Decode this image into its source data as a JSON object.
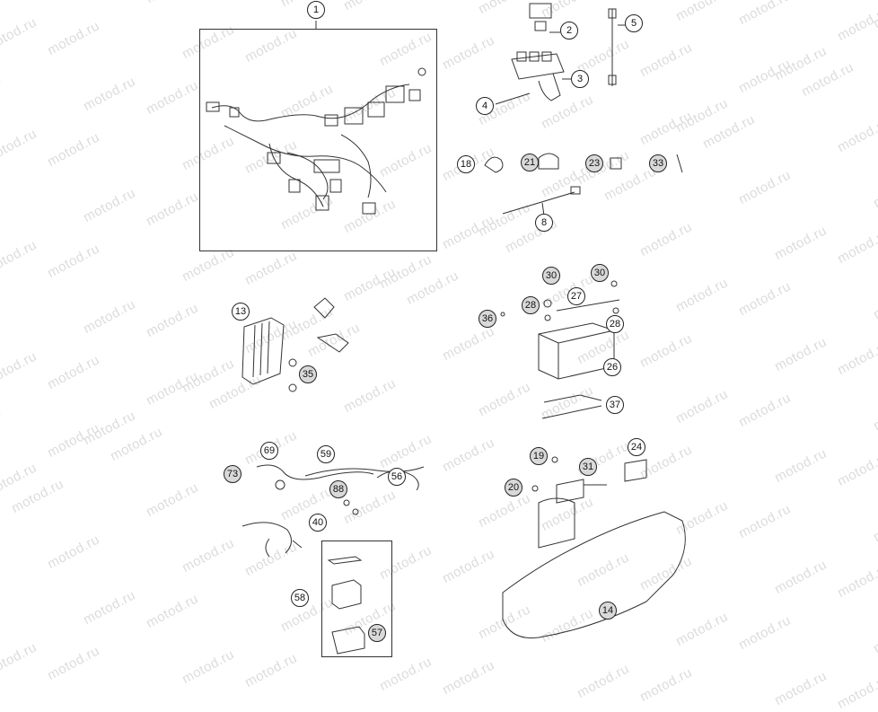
{
  "watermark": "motod.ru",
  "callouts": [
    {
      "label": "1",
      "grey": false
    },
    {
      "label": "2",
      "grey": false
    },
    {
      "label": "5",
      "grey": false
    },
    {
      "label": "3",
      "grey": false
    },
    {
      "label": "4",
      "grey": false
    },
    {
      "label": "18",
      "grey": false
    },
    {
      "label": "21",
      "grey": true
    },
    {
      "label": "23",
      "grey": true
    },
    {
      "label": "33",
      "grey": true
    },
    {
      "label": "8",
      "grey": false
    },
    {
      "label": "30",
      "grey": true
    },
    {
      "label": "30",
      "grey": true
    },
    {
      "label": "27",
      "grey": false
    },
    {
      "label": "28",
      "grey": true
    },
    {
      "label": "28",
      "grey": false
    },
    {
      "label": "36",
      "grey": true
    },
    {
      "label": "26",
      "grey": false
    },
    {
      "label": "37",
      "grey": false
    },
    {
      "label": "13",
      "grey": false
    },
    {
      "label": "35",
      "grey": true
    },
    {
      "label": "69",
      "grey": false
    },
    {
      "label": "59",
      "grey": false
    },
    {
      "label": "73",
      "grey": true
    },
    {
      "label": "56",
      "grey": false
    },
    {
      "label": "88",
      "grey": true
    },
    {
      "label": "40",
      "grey": false
    },
    {
      "label": "58",
      "grey": false
    },
    {
      "label": "57",
      "grey": true
    },
    {
      "label": "19",
      "grey": true
    },
    {
      "label": "24",
      "grey": false
    },
    {
      "label": "31",
      "grey": true
    },
    {
      "label": "20",
      "grey": true
    },
    {
      "label": "14",
      "grey": true
    }
  ]
}
